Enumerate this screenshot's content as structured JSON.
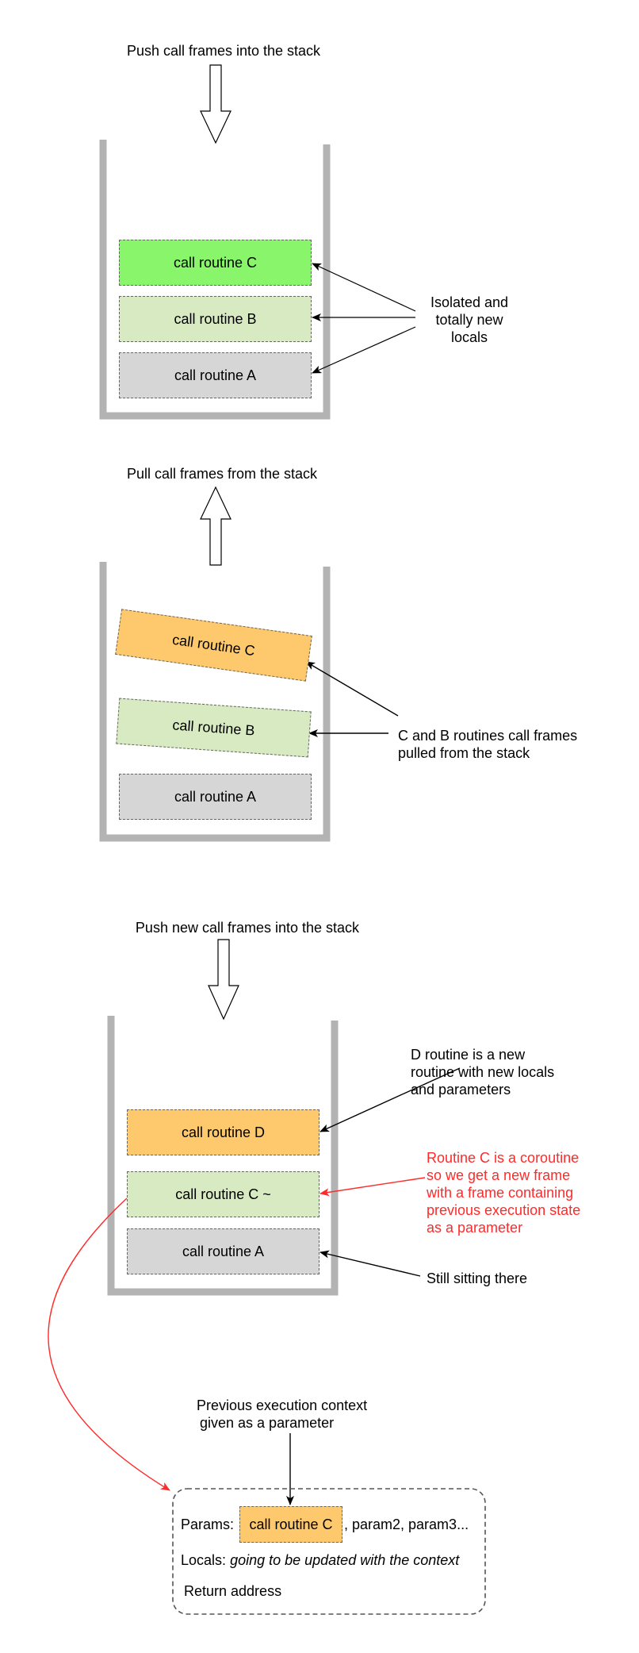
{
  "section1": {
    "title": "Push call frames into the stack",
    "frames": [
      "call routine C",
      "call routine B",
      "call routine A"
    ],
    "note": [
      "Isolated and",
      "totally new",
      "locals"
    ]
  },
  "section2": {
    "title": "Pull call frames from the stack",
    "frames": [
      "call routine C",
      "call routine B",
      "call routine A"
    ],
    "note": [
      "C and B routines call frames",
      "pulled from the stack"
    ]
  },
  "section3": {
    "title": "Push new call frames into the stack",
    "frames": [
      "call routine D",
      "call routine C ~",
      "call routine A"
    ],
    "note_d": [
      "D routine is a new",
      "routine with new locals",
      "and parameters"
    ],
    "note_c": [
      "Routine C is a coroutine",
      "so we get a new frame",
      "with a frame containing",
      "previous execution state",
      "as a parameter"
    ],
    "note_a": "Still sitting there"
  },
  "section4": {
    "title": [
      "Previous execution context",
      "given as a parameter"
    ],
    "params_label": "Params:",
    "params_frame": "call routine C",
    "params_rest": ", param2, param3...",
    "locals_label": "Locals:",
    "locals_value": "going to be updated with the context",
    "return_label": "Return address"
  },
  "colors": {
    "stack_wall": "#b3b3b3",
    "green": "#88f56a",
    "light_green": "#d8eac2",
    "grey": "#d6d6d6",
    "orange": "#fdc96c",
    "coroutine_red": "#ff2a2a"
  }
}
